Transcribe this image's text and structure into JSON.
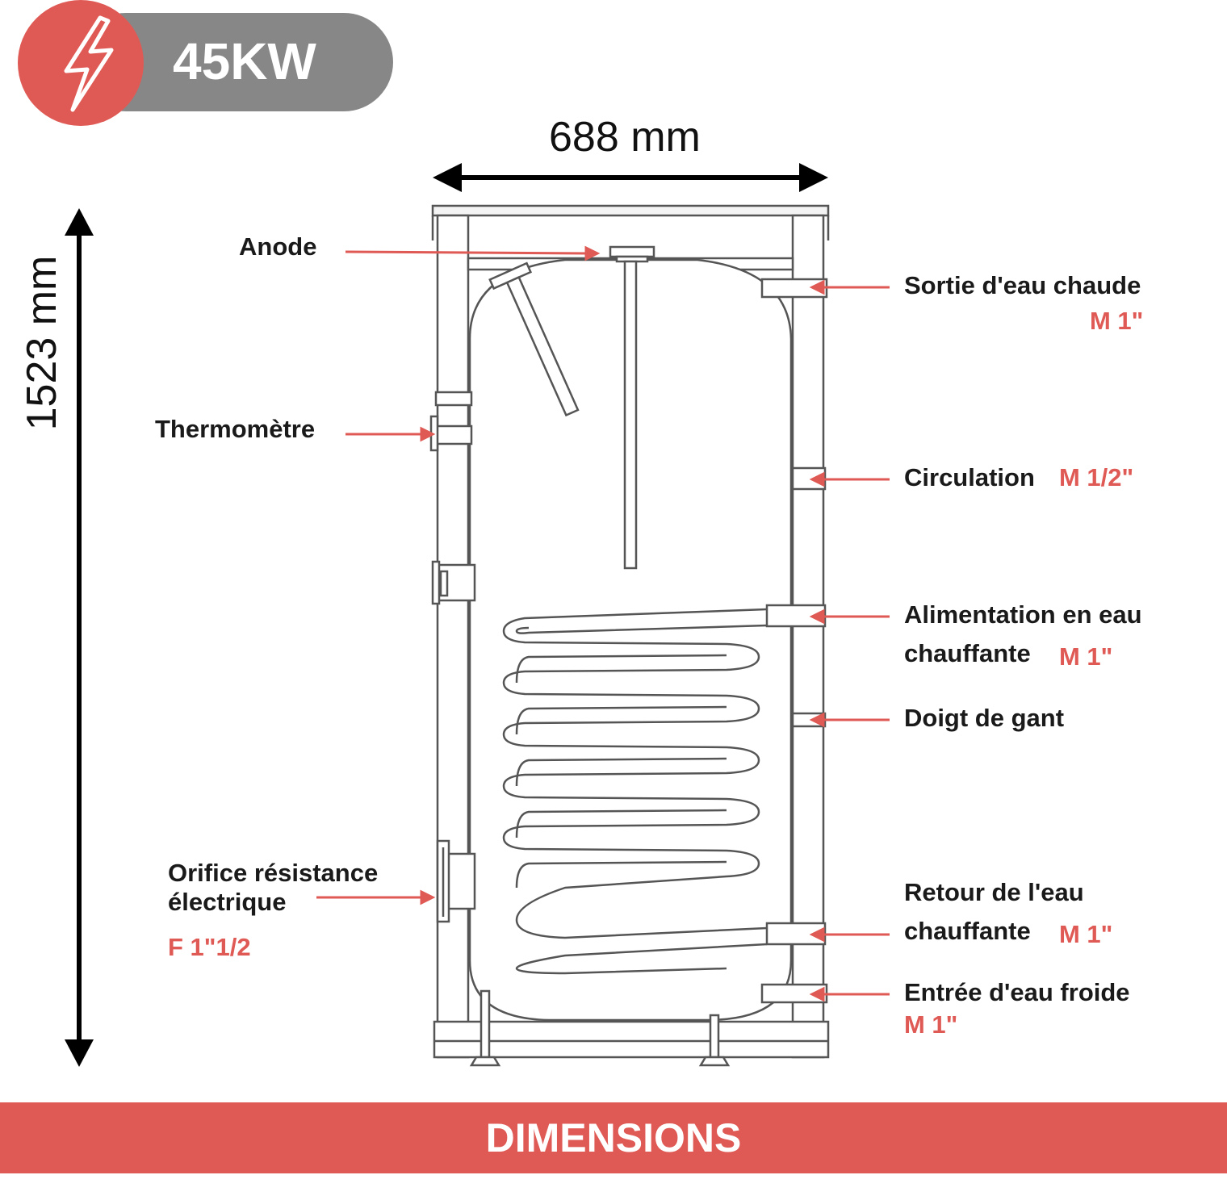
{
  "badge": {
    "power": "45KW",
    "icon": "lightning-bolt-icon",
    "circle_color": "#e05a55",
    "pill_color": "#878787"
  },
  "dimensions": {
    "width": "688 mm",
    "height": "1523 mm"
  },
  "labels": {
    "anode": "Anode",
    "thermometre": "Thermomètre",
    "orifice_line1": "Orifice résistance",
    "orifice_line2": "électrique",
    "orifice_spec": "F 1\"1/2",
    "sortie": "Sortie d'eau chaude",
    "sortie_spec": "M 1\"",
    "circulation": "Circulation",
    "circulation_spec": "M 1/2\"",
    "alimentation_line1": "Alimentation en eau",
    "alimentation_line2": "chauffante",
    "alimentation_spec": "M 1\"",
    "doigt": "Doigt de gant",
    "retour_line1": "Retour de l'eau",
    "retour_line2": "chauffante",
    "retour_spec": "M 1\"",
    "entree": "Entrée d'eau froide",
    "entree_spec": "M 1\""
  },
  "footer": {
    "title": "DIMENSIONS",
    "color": "#e05a55"
  }
}
